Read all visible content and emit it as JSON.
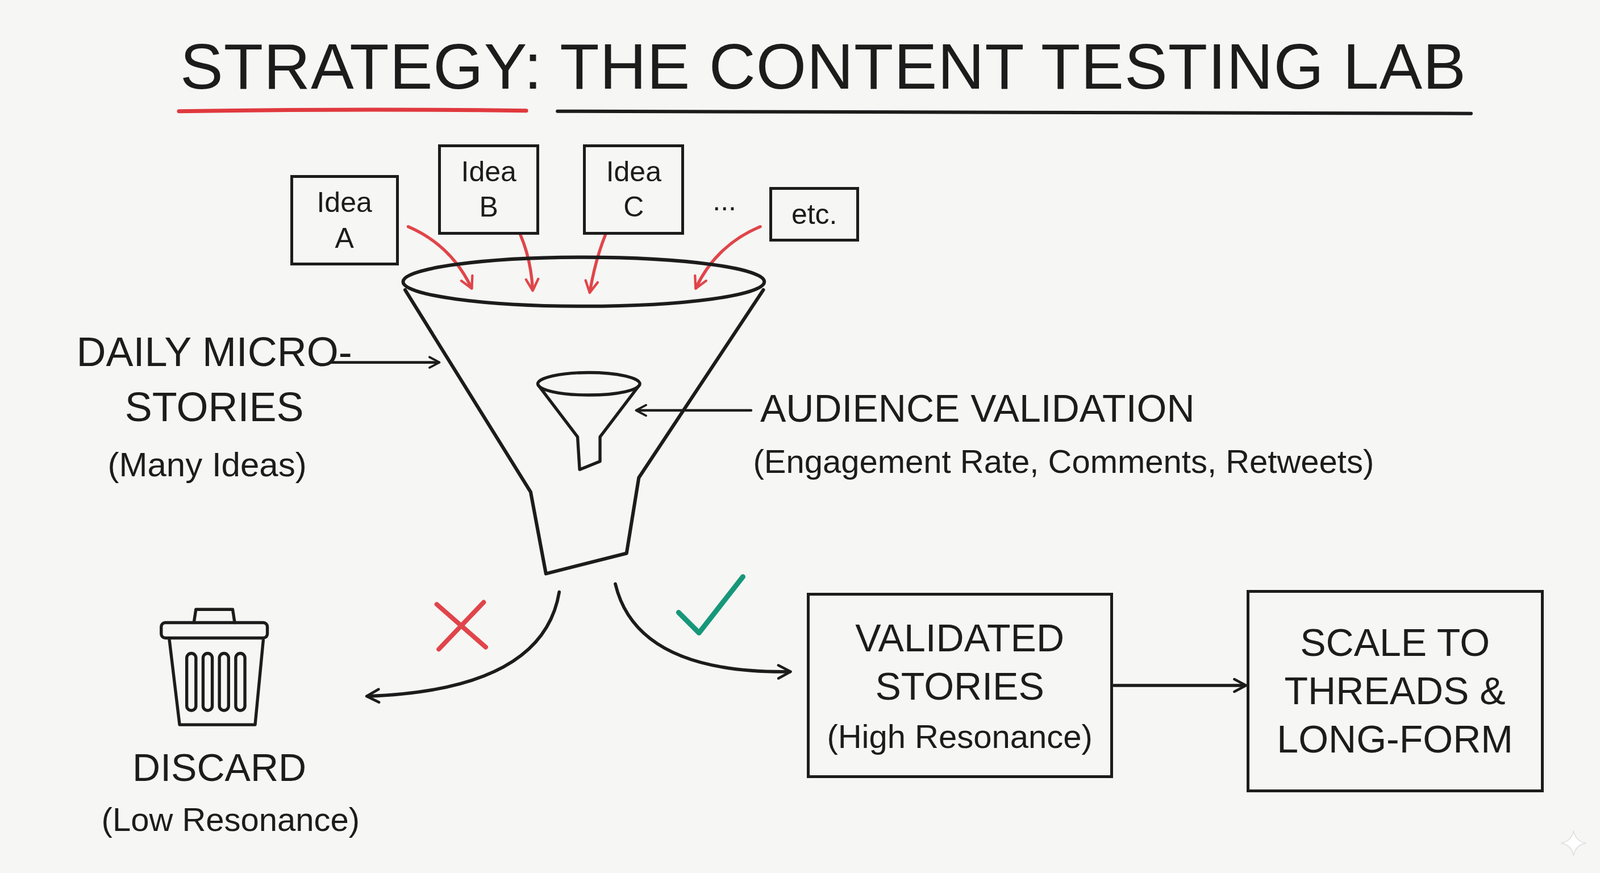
{
  "diagram": {
    "title": "STRATEGY: THE CONTENT TESTING LAB",
    "nodes": [
      {
        "text": [
          "Idea A"
        ]
      },
      {
        "text": [
          "Idea B"
        ]
      },
      {
        "text": [
          "Idea C"
        ]
      },
      {
        "text": [
          "etc."
        ]
      },
      {
        "text": [
          "VALIDATED STORIES",
          "(High Resonance)"
        ]
      },
      {
        "text": [
          "SCALE TO THREADS & LONG-FORM"
        ]
      }
    ],
    "edges": [
      {
        "from": 4,
        "to": 5,
        "arrow": "to"
      }
    ],
    "labels": [
      "...",
      "DAILY MICRO-STORIES",
      "(Many Ideas)",
      "AUDIENCE VALIDATION",
      "(Engagement Rate, Comments, Retweets)",
      "DISCARD",
      "(Low Resonance)"
    ]
  }
}
